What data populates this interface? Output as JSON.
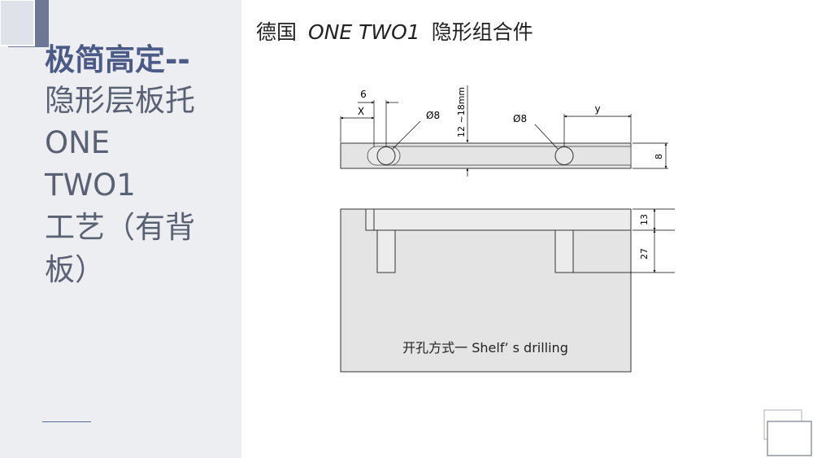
{
  "sidebar": {
    "title_bold": "极简高定--",
    "title_lines": [
      "隐形层板托",
      "ONE",
      "TWO1",
      "工艺（有背",
      "板）"
    ]
  },
  "header": {
    "prefix": "德国",
    "brand": "ONE TWO1",
    "suffix": "隐形组合件"
  },
  "diagram": {
    "dim_6": "6",
    "dim_x": "X",
    "dim_y": "y",
    "hole_left": "Ø8",
    "hole_right": "Ø8",
    "thickness_range": "12 ~18mm",
    "dim_8": "8",
    "dim_13": "13",
    "dim_27": "27",
    "caption": "开孔方式一  Shelf’ s drilling"
  },
  "colors": {
    "accent": "#4b5a86",
    "panel_bg": "#eceef1",
    "diagram_fill": "#e4e4e4"
  }
}
